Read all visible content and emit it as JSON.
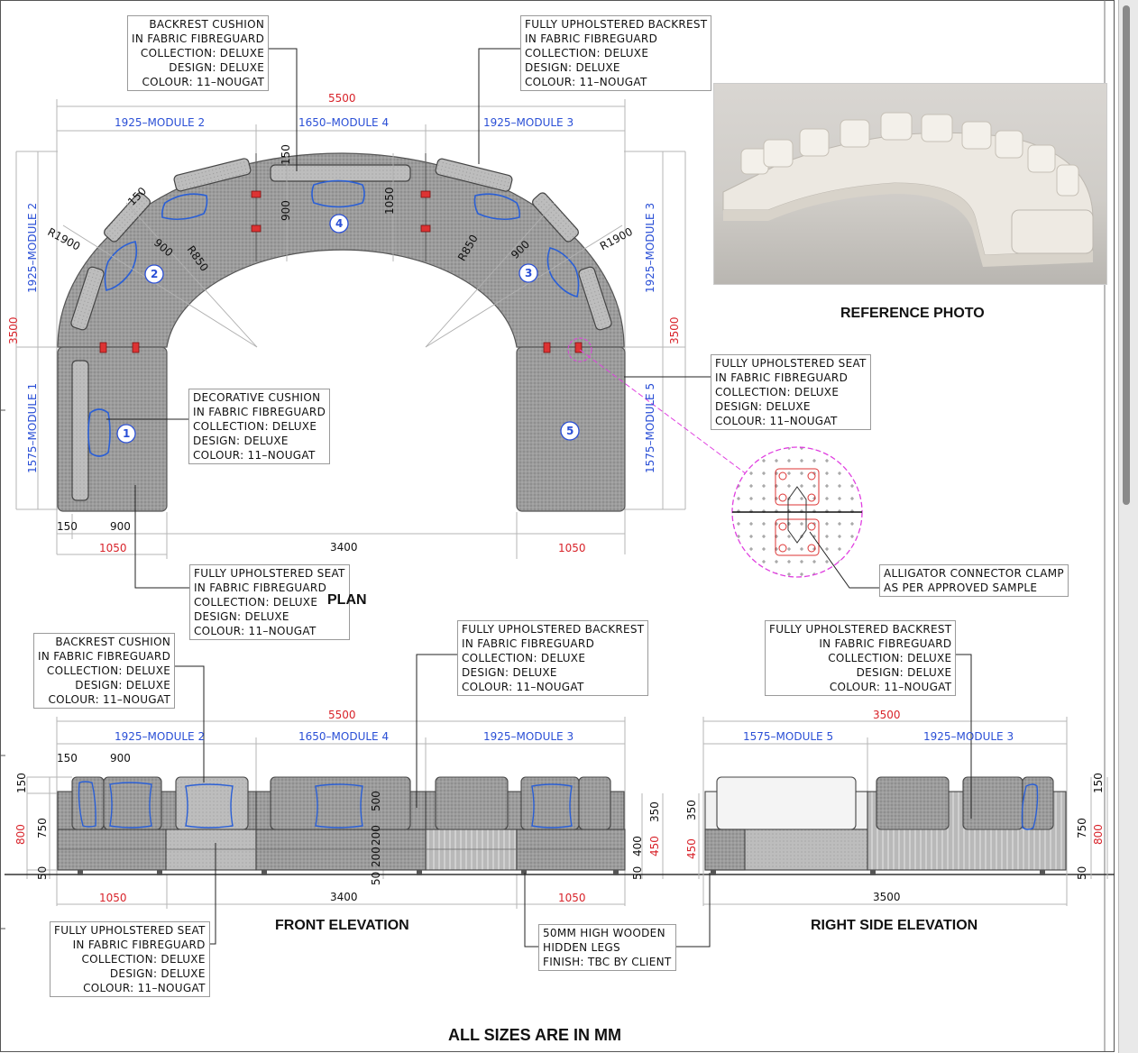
{
  "plan": {
    "title": "PLAN",
    "overall_width": "5500",
    "modules_top": [
      "1925–MODULE 2",
      "1650–MODULE 4",
      "1925–MODULE 3"
    ],
    "left_vertical": {
      "total": "3500",
      "module2": "1925–MODULE 2",
      "module1": "1575–MODULE 1"
    },
    "right_vertical": {
      "total": "3500",
      "module3": "1925–MODULE 3",
      "module5": "1575–MODULE 5"
    },
    "radius_outer_left": "R1900",
    "radius_inner_left": "R850",
    "radius_outer_right": "R1900",
    "radius_inner_right": "R850",
    "depth_900_a": "900",
    "depth_900_b": "900",
    "depth_900_c": "900",
    "depth_1050": "1050",
    "backrest_150": "150",
    "backrest_150_b": "150",
    "bottom_150": "150",
    "bottom_900": "900",
    "bottom_left": "1050",
    "bottom_mid": "3400",
    "bottom_right": "1050",
    "module_numbers": [
      "1",
      "2",
      "3",
      "4",
      "5"
    ]
  },
  "notes": {
    "backrest_cushion_top": [
      "BACKREST CUSHION",
      "IN FABRIC FIBREGUARD",
      "COLLECTION: DELUXE",
      "DESIGN: DELUXE",
      "COLOUR: 11–NOUGAT"
    ],
    "upholstered_backrest_top": [
      "FULLY UPHOLSTERED BACKREST",
      "IN FABRIC FIBREGUARD",
      "COLLECTION: DELUXE",
      "DESIGN: DELUXE",
      "COLOUR: 11–NOUGAT"
    ],
    "decorative_cushion": [
      "DECORATIVE CUSHION",
      "IN FABRIC FIBREGUARD",
      "COLLECTION: DELUXE",
      "DESIGN: DELUXE",
      "COLOUR: 11–NOUGAT"
    ],
    "upholstered_seat_right": [
      "FULLY UPHOLSTERED SEAT",
      "IN FABRIC FIBREGUARD",
      "COLLECTION: DELUXE",
      "DESIGN: DELUXE",
      "COLOUR: 11–NOUGAT"
    ],
    "upholstered_seat_plan": [
      "FULLY UPHOLSTERED SEAT",
      "IN FABRIC FIBREGUARD",
      "COLLECTION: DELUXE",
      "DESIGN: DELUXE",
      "COLOUR: 11–NOUGAT"
    ],
    "alligator": [
      "ALLIGATOR CONNECTOR CLAMP",
      "AS PER APPROVED SAMPLE"
    ],
    "backrest_cushion_front": [
      "BACKREST CUSHION",
      "IN FABRIC FIBREGUARD",
      "COLLECTION: DELUXE",
      "DESIGN: DELUXE",
      "COLOUR: 11–NOUGAT"
    ],
    "upholstered_backrest_front": [
      "FULLY UPHOLSTERED BACKREST",
      "IN FABRIC FIBREGUARD",
      "COLLECTION: DELUXE",
      "DESIGN: DELUXE",
      "COLOUR: 11–NOUGAT"
    ],
    "upholstered_backrest_side": [
      "FULLY UPHOLSTERED BACKREST",
      "IN FABRIC FIBREGUARD",
      "COLLECTION: DELUXE",
      "DESIGN: DELUXE",
      "COLOUR: 11–NOUGAT"
    ],
    "upholstered_seat_front": [
      "FULLY UPHOLSTERED SEAT",
      "IN FABRIC FIBREGUARD",
      "COLLECTION: DELUXE",
      "DESIGN: DELUXE",
      "COLOUR: 11–NOUGAT"
    ],
    "wooden_legs": [
      "50MM HIGH WOODEN",
      "HIDDEN LEGS",
      "FINISH: TBC BY CLIENT"
    ]
  },
  "reference_photo": {
    "title": "REFERENCE PHOTO"
  },
  "front_elevation": {
    "title": "FRONT ELEVATION",
    "overall_width": "5500",
    "modules": [
      "1925–MODULE 2",
      "1650–MODULE 4",
      "1925–MODULE 3"
    ],
    "top_150": "150",
    "top_900": "900",
    "left_150": "150",
    "left_800": "800",
    "left_750": "750",
    "left_50": "50",
    "mid_500": "500",
    "mid_200": "200",
    "mid_200b": "200",
    "mid_50": "50",
    "right_350": "350",
    "right_400": "400",
    "right_450": "450",
    "right_50": "50",
    "bottom_left": "1050",
    "bottom_mid": "3400",
    "bottom_right": "1050"
  },
  "side_elevation": {
    "title": "RIGHT SIDE ELEVATION",
    "overall_width": "3500",
    "modules": [
      "1575–MODULE 5",
      "1925–MODULE 3"
    ],
    "left_350": "350",
    "left_450": "450",
    "right_150": "150",
    "right_750": "750",
    "right_800": "800",
    "right_50": "50",
    "bottom": "3500"
  },
  "footer": {
    "all_sizes": "ALL SIZES ARE IN MM"
  },
  "colors": {
    "dimension_blue": "#2a4fd6",
    "dimension_red": "#d8232a",
    "fabric_grey": "#8d8d8d",
    "detail_magenta": "#e040e0"
  }
}
